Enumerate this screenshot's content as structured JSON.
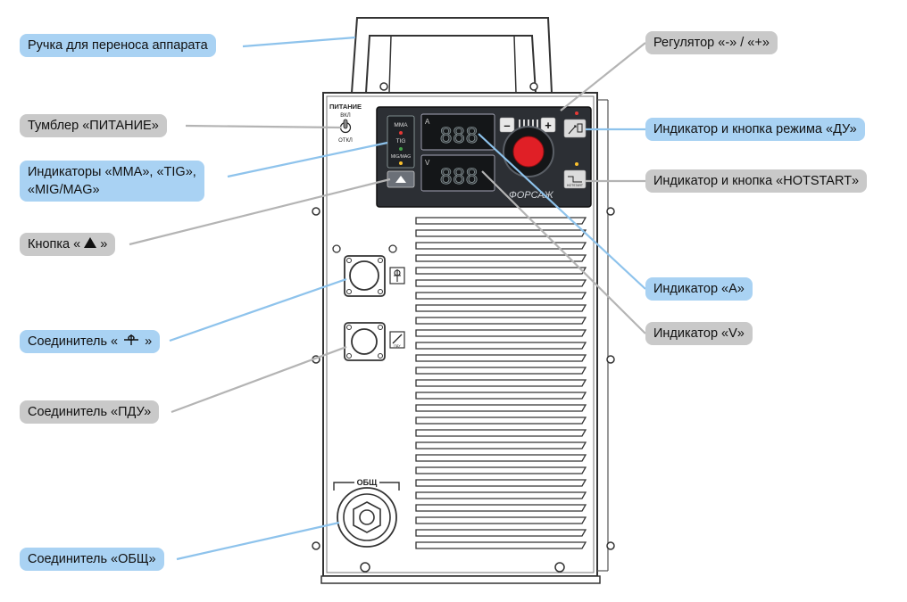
{
  "device": {
    "brand": "ФОРСАЖ",
    "power_switch": {
      "title": "ПИТАНИЕ",
      "on": "ВКЛ",
      "off": "ОТКЛ"
    },
    "mode_labels": [
      "MMA",
      "TIG",
      "MIG/MAG"
    ],
    "display_a": {
      "letter": "A",
      "digits": "888"
    },
    "display_v": {
      "letter": "V",
      "digits": "888"
    },
    "regulator": {
      "minus": "–",
      "plus": "+"
    },
    "remote_sign": "ПДУ",
    "hotstart_sign": "HOTSTART",
    "ground_sign": "ОБЩ"
  },
  "callouts": {
    "handle": "Ручка для переноса аппарата",
    "power_toggle": "Тумблер «ПИТАНИЕ»",
    "mode_indicators_line1": "Индикаторы «MMA», «TIG»,",
    "mode_indicators_line2": "«MIG/MAG»",
    "up_button_prefix": "Кнопка «",
    "up_button_suffix": "»",
    "torch_connector_prefix": "Соединитель «",
    "torch_connector_suffix": "»",
    "remote_connector": "Соединитель «ПДУ»",
    "ground_connector": "Соединитель «ОБЩ»",
    "regulator": "Регулятор «-» / «+»",
    "remote_mode": "Индикатор и кнопка режима «ДУ»",
    "hotstart": "Индикатор и кнопка «HOTSTART»",
    "indicator_a": "Индикатор «А»",
    "indicator_v": "Индикатор «V»"
  },
  "colors": {
    "panel": "#2c2f34",
    "knob": "#e01f26",
    "led_red": "#e53935",
    "led_green": "#43a047",
    "led_yellow": "#fbc02d",
    "callout_blue": "#a9d2f3",
    "callout_gray": "#c9c9c9",
    "line_blue": "#8ec3ec",
    "line_gray": "#b4b4b4"
  }
}
